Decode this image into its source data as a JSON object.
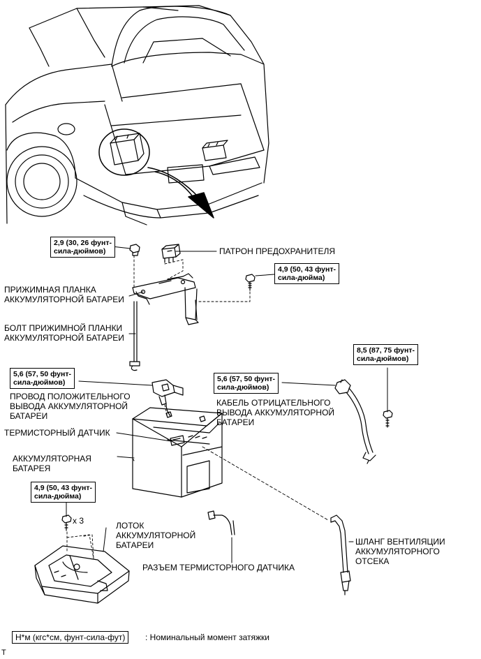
{
  "labels": {
    "fuse_holder": "ПАТРОН ПРЕДОХРАНИТЕЛЯ",
    "clamp": "ПРИЖИМНАЯ ПЛАНКА\nАККУМУЛЯТОРНОЙ БАТАРЕИ",
    "clamp_bolt": "БОЛТ ПРИЖИМНОЙ ПЛАНКИ\nАККУМУЛЯТОРНОЙ БАТАРЕИ",
    "positive_cable": "ПРОВОД ПОЛОЖИТЕЛЬНОГО\nВЫВОДА АККУМУЛЯТОРНОЙ\nБАТАРЕИ",
    "negative_cable": "КАБЕЛЬ ОТРИЦАТЕЛЬНОГО\nВЫВОДА АККУМУЛЯТОРНОЙ\nБАТАРЕИ",
    "thermistor": "ТЕРМИСТОРНЫЙ ДАТЧИК",
    "battery": "АККУМУЛЯТОРНАЯ\nБАТАРЕЯ",
    "tray": "ЛОТОК\nАККУМУЛЯТОРНОЙ\nБАТАРЕИ",
    "thermistor_connector": "РАЗЪЕМ ТЕРМИСТОРНОГО ДАТЧИКА",
    "vent_hose": "ШЛАНГ ВЕНТИЛЯЦИИ\nАККУМУЛЯТОРНОГО\nОТСЕКА",
    "qty_x3": "x 3",
    "corner_mark": "T"
  },
  "torques": {
    "clamp_nut": "2,9 (30, 26 фунт-\nсила-дюймов)",
    "fuse_bolt": "4,9 (50, 43 фунт-\nсила-дюйма)",
    "positive_nut": "5,6 (57, 50 фунт-\nсила-дюймов)",
    "negative_nut": "5,6 (57, 50 фунт-\nсила-дюймов)",
    "negative_bolt": "8,5 (87, 75 фунт-\nсила-дюймов)",
    "tray_bolt": "4,9 (50, 43 фунт-\nсила-дюйма)"
  },
  "legend": {
    "unit_box": "Н*м (кгс*см, фунт-сила-фут)",
    "description": ": Номинальный момент затяжки"
  }
}
